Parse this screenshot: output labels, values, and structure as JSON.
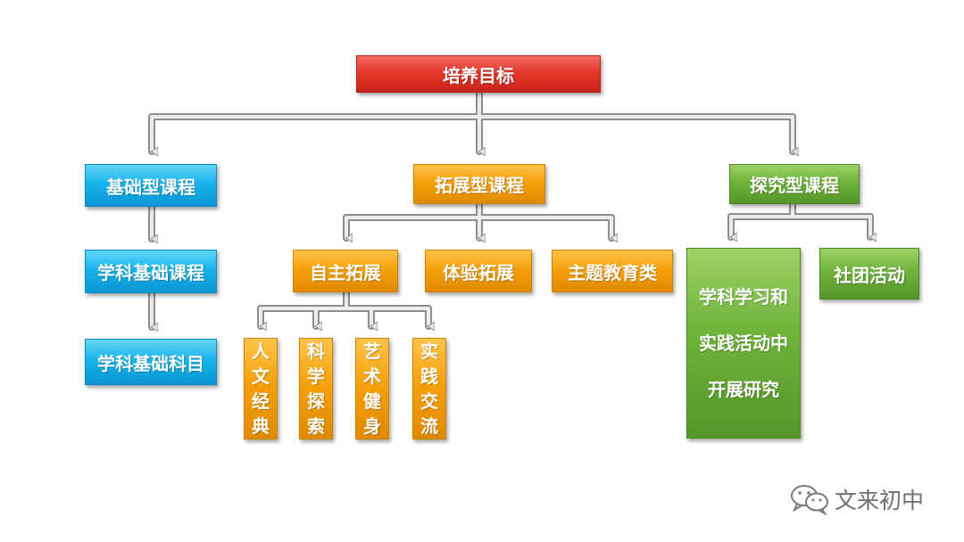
{
  "diagram": {
    "root": "培养目标",
    "basic": {
      "title": "基础型课程",
      "child1": "学科基础课程",
      "child2": "学科基础科目"
    },
    "extended": {
      "title": "拓展型课程",
      "children": [
        "自主拓展",
        "体验拓展",
        "主题教育类"
      ],
      "autonomous_children": [
        "人文经典",
        "科学探索",
        "艺术健身",
        "实践交流"
      ]
    },
    "inquiry": {
      "title": "探究型课程",
      "children": [
        "学科学习和实践活动中开展研究",
        "社团活动"
      ]
    }
  },
  "watermark": {
    "text": "文来初中",
    "icon": "wechat-icon"
  },
  "colors": {
    "root": "#e2392c",
    "basic": "#19b4ea",
    "extended": "#f5a10d",
    "inquiry": "#6fb33a",
    "connector": "#d8d8d8"
  }
}
